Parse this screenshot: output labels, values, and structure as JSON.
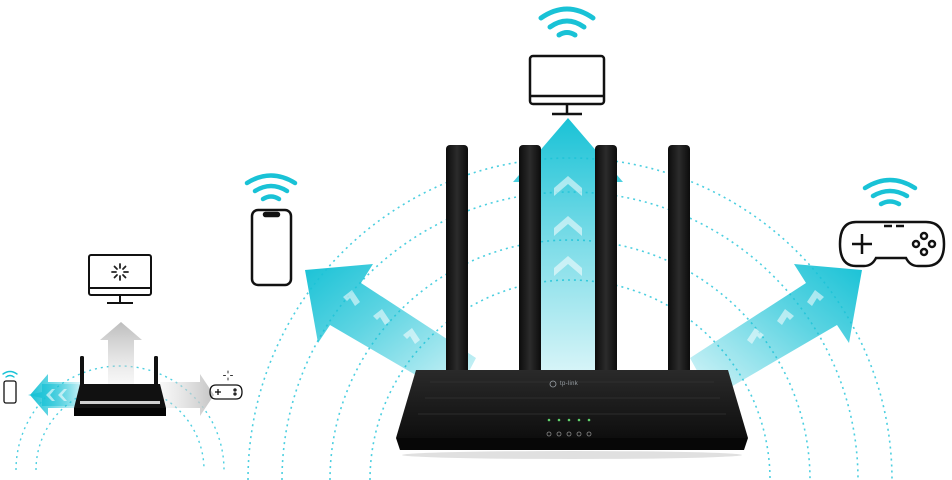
{
  "scene": {
    "description_free": true,
    "accent_color": "#19c2d6",
    "light_accent_color": "#7fe3ee",
    "wave_color": "#4ccfe0",
    "device_stroke_color": "#111111",
    "router_body_color": "#1a1a1a",
    "legacy_arrow_color": "#c9c9c9"
  },
  "icons": [
    "wifi-icon",
    "monitor-icon",
    "smartphone-icon",
    "gamepad-icon",
    "loading-spinner-icon",
    "router-icon",
    "tp-link-logo"
  ],
  "router": {
    "logo_text": "tp-link",
    "status_led_count": 5
  }
}
